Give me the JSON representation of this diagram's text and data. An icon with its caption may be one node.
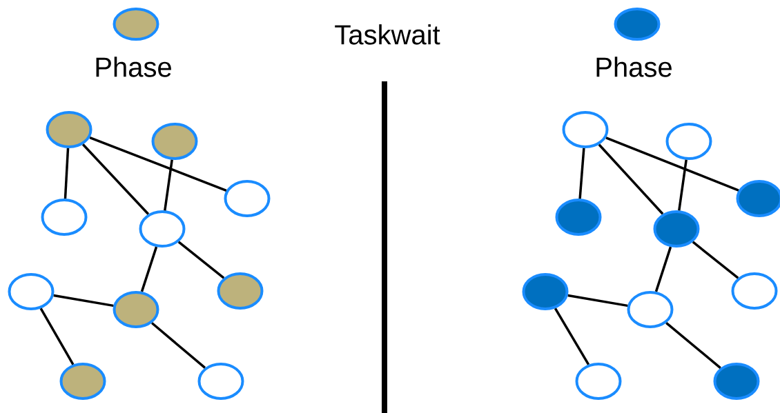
{
  "diagram": {
    "title": "Taskwait",
    "nodes": [
      {
        "text": [],
        "shape": "circle"
      },
      {
        "text": [],
        "shape": "circle"
      },
      {
        "text": [],
        "shape": "circle"
      },
      {
        "text": [],
        "shape": "circle"
      },
      {
        "text": [],
        "shape": "circle"
      },
      {
        "text": [],
        "shape": "circle"
      },
      {
        "text": [],
        "shape": "circle"
      },
      {
        "text": [],
        "shape": "circle"
      },
      {
        "text": [],
        "shape": "circle"
      },
      {
        "text": [],
        "shape": "circle"
      },
      {
        "text": [],
        "shape": "circle"
      },
      {
        "text": [],
        "shape": "circle"
      },
      {
        "text": [],
        "shape": "circle"
      },
      {
        "text": [],
        "shape": "circle"
      },
      {
        "text": [],
        "shape": "circle"
      },
      {
        "text": [],
        "shape": "circle"
      },
      {
        "text": [],
        "shape": "circle"
      },
      {
        "text": [],
        "shape": "circle"
      },
      {
        "text": [],
        "shape": "circle"
      },
      {
        "text": [],
        "shape": "circle"
      }
    ],
    "edges": [
      {
        "from": 0,
        "to": 3,
        "arrow": "none"
      },
      {
        "from": 0,
        "to": 4,
        "arrow": "none"
      },
      {
        "from": 0,
        "to": 2,
        "arrow": "none"
      },
      {
        "from": 1,
        "to": 4,
        "arrow": "none"
      },
      {
        "from": 4,
        "to": 7,
        "arrow": "none"
      },
      {
        "from": 4,
        "to": 6,
        "arrow": "none"
      },
      {
        "from": 5,
        "to": 7,
        "arrow": "none"
      },
      {
        "from": 5,
        "to": 8,
        "arrow": "none"
      },
      {
        "from": 7,
        "to": 9,
        "arrow": "none"
      },
      {
        "from": 10,
        "to": 13,
        "arrow": "none"
      },
      {
        "from": 10,
        "to": 14,
        "arrow": "none"
      },
      {
        "from": 10,
        "to": 12,
        "arrow": "none"
      },
      {
        "from": 11,
        "to": 14,
        "arrow": "none"
      },
      {
        "from": 14,
        "to": 17,
        "arrow": "none"
      },
      {
        "from": 14,
        "to": 16,
        "arrow": "none"
      },
      {
        "from": 15,
        "to": 17,
        "arrow": "none"
      },
      {
        "from": 15,
        "to": 18,
        "arrow": "none"
      },
      {
        "from": 17,
        "to": 19,
        "arrow": "none"
      }
    ],
    "legend": [
      {
        "text": "Phase",
        "color": "#bdb27c"
      },
      {
        "text": "Phase",
        "color": "#0070c0"
      }
    ]
  }
}
